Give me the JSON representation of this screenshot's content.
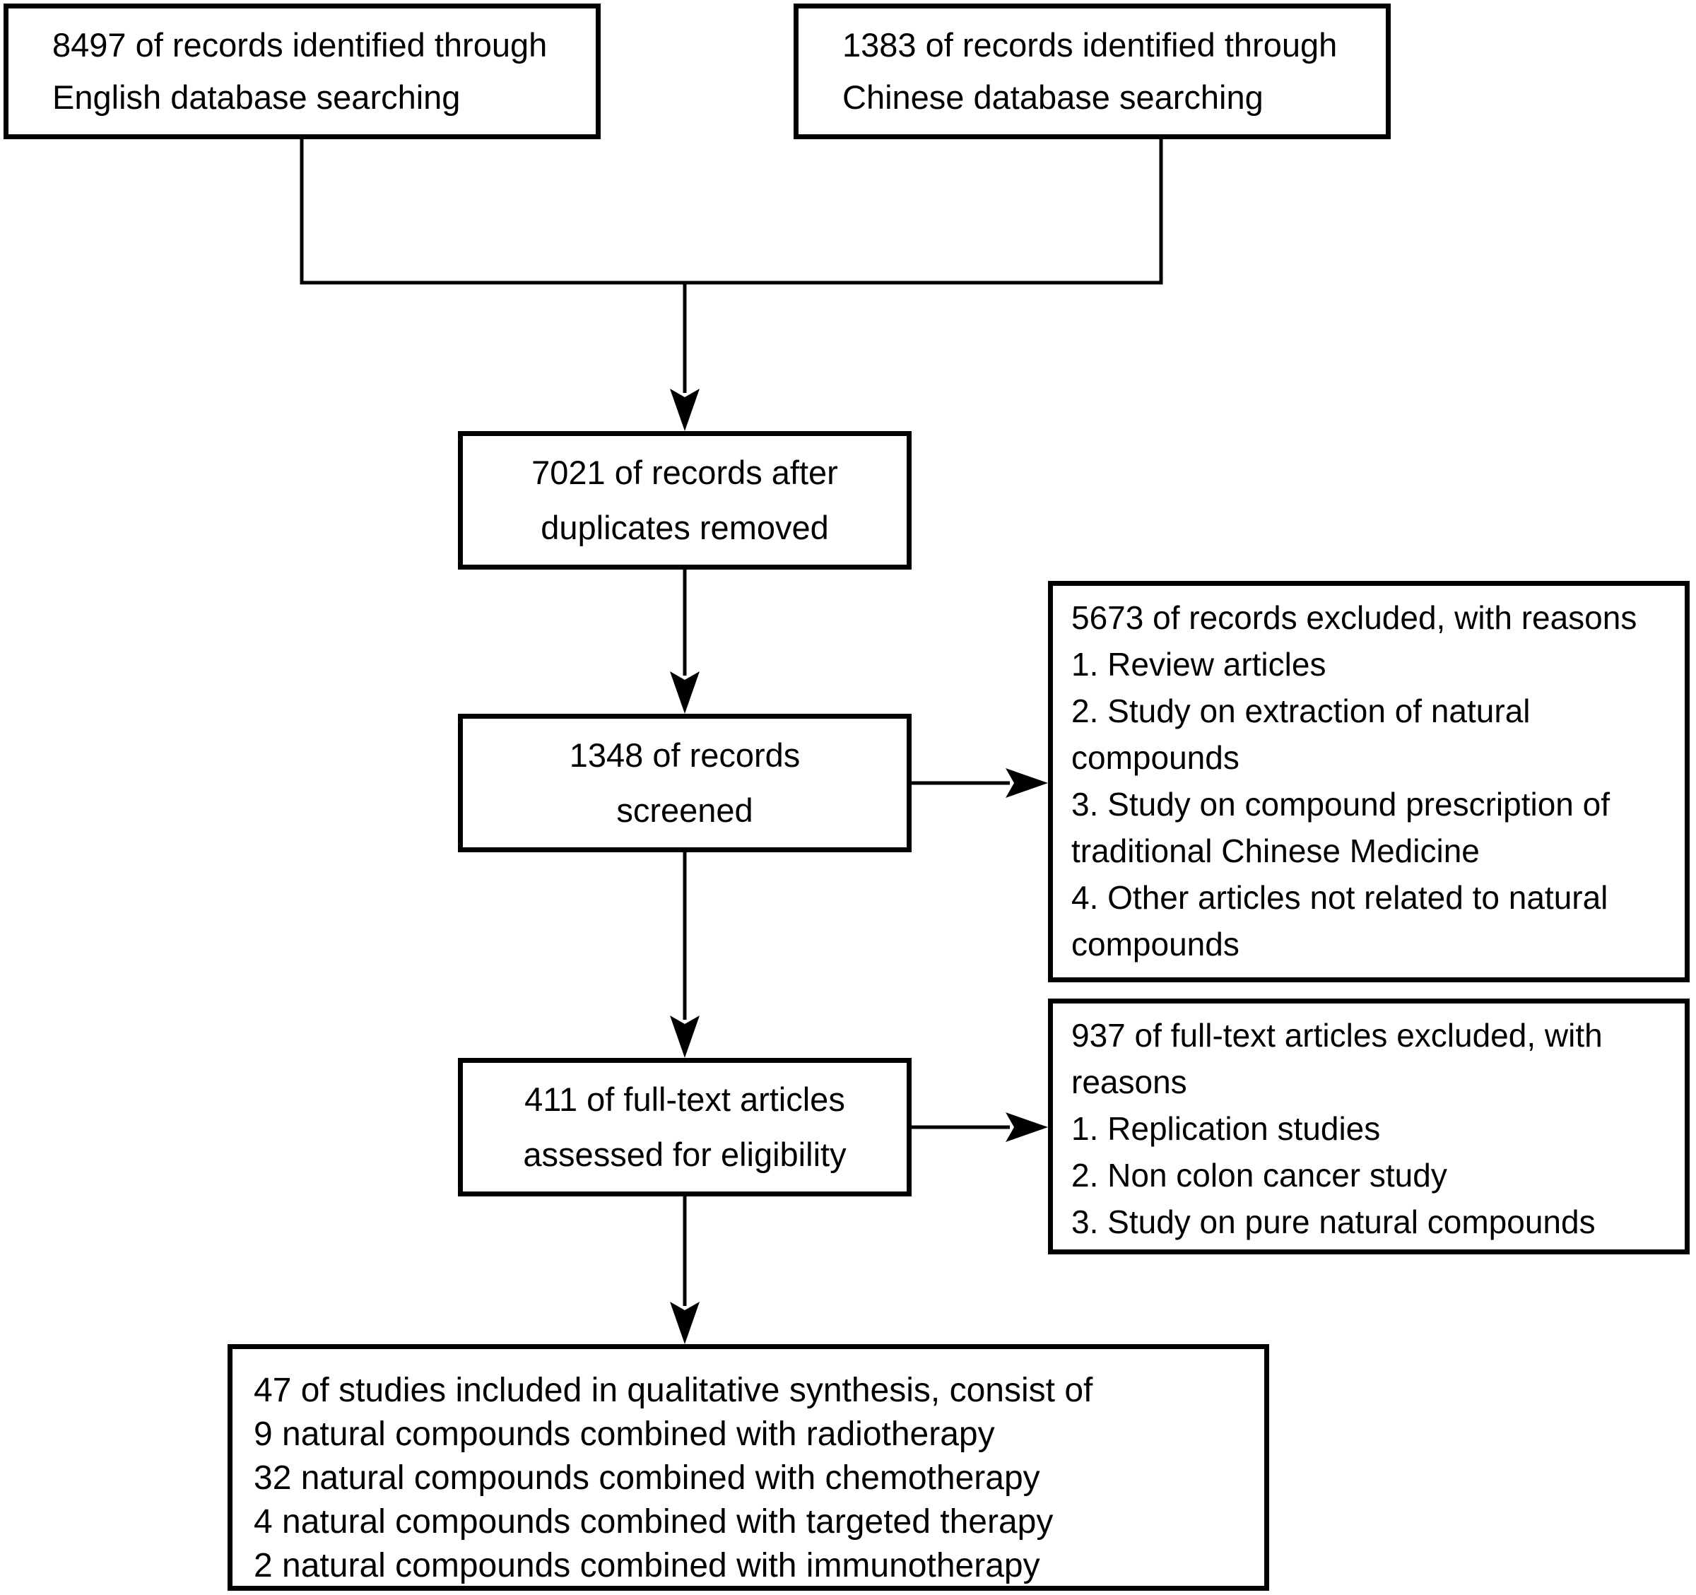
{
  "diagram": {
    "type": "flowchart",
    "background_color": "#ffffff",
    "line_color": "#000000",
    "text_color": "#000000"
  },
  "boxes": {
    "english_db": {
      "lines": [
        "8497 of records identified through",
        "English database searching"
      ]
    },
    "chinese_db": {
      "lines": [
        "1383 of records identified through",
        "Chinese database searching"
      ]
    },
    "duplicates_removed": {
      "lines": [
        "7021 of records after",
        "duplicates removed"
      ]
    },
    "screened": {
      "lines": [
        "1348 of records",
        "screened"
      ]
    },
    "records_excluded": {
      "lines": [
        "5673 of records excluded, with reasons",
        "1. Review articles",
        "2. Study on extraction of natural",
        "compounds",
        "3. Study on compound prescription of",
        "traditional Chinese Medicine",
        "4. Other articles not related to natural",
        "compounds"
      ]
    },
    "eligibility": {
      "lines": [
        "411 of full-text articles",
        "assessed for eligibility"
      ]
    },
    "fulltext_excluded": {
      "lines": [
        "937 of full-text articles excluded, with",
        "reasons",
        "1. Replication studies",
        "2. Non colon cancer study",
        "3. Study on pure natural compounds"
      ]
    },
    "included": {
      "lines": [
        "47 of studies included in qualitative synthesis, consist of",
        "9 natural compounds combined with radiotherapy",
        "32 natural compounds combined with chemotherapy",
        "4 natural compounds combined with targeted therapy",
        "2 natural compounds combined with immunotherapy"
      ]
    }
  },
  "edges": [
    {
      "from": "english_db",
      "to": "duplicates_removed"
    },
    {
      "from": "chinese_db",
      "to": "duplicates_removed"
    },
    {
      "from": "duplicates_removed",
      "to": "screened"
    },
    {
      "from": "screened",
      "to": "records_excluded"
    },
    {
      "from": "screened",
      "to": "eligibility"
    },
    {
      "from": "eligibility",
      "to": "fulltext_excluded"
    },
    {
      "from": "eligibility",
      "to": "included"
    }
  ]
}
